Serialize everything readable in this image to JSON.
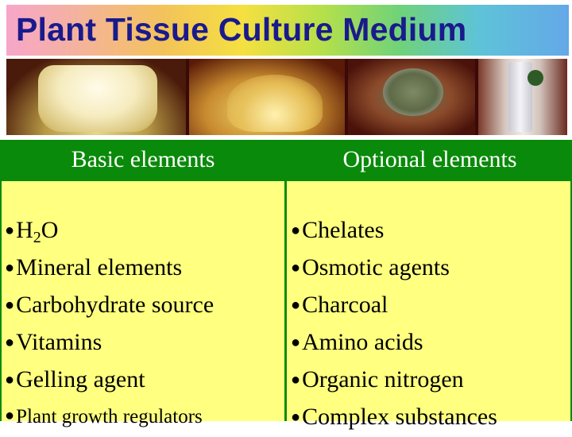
{
  "title": "Plant Tissue Culture Medium",
  "photos": [
    {
      "icon": "callus-flask-photo"
    },
    {
      "icon": "seeds-flask-photo"
    },
    {
      "icon": "petri-dish-photo"
    },
    {
      "icon": "test-tube-plantlet-photo"
    }
  ],
  "table": {
    "headers": {
      "left": "Basic elements",
      "right": "Optional elements"
    },
    "bullet": "●",
    "basic": [
      {
        "pre": "H",
        "sub": "2",
        "post": "O"
      },
      {
        "text": "Mineral elements"
      },
      {
        "text": "Carbohydrate source"
      },
      {
        "text": "Vitamins"
      },
      {
        "text": "Gelling agent"
      },
      {
        "text": "Plant growth regulators"
      }
    ],
    "optional": [
      {
        "text": "Chelates"
      },
      {
        "text": "Osmotic agents"
      },
      {
        "text": "Charcoal"
      },
      {
        "text": "Amino acids"
      },
      {
        "text": "Organic nitrogen"
      },
      {
        "text": "Complex substances"
      }
    ]
  },
  "colors": {
    "title_text": "#1a1a8c",
    "header_bg": "#0a8a0a",
    "header_text": "#ffffff",
    "body_bg": "#ffff80"
  }
}
